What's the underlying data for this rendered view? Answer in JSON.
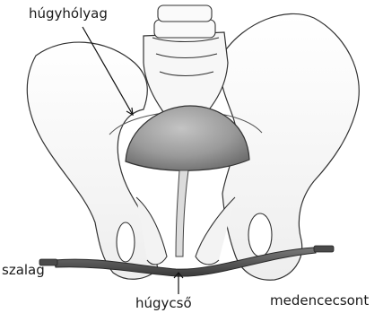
{
  "labels": {
    "bladder": "húgyhólyag",
    "sling": "szalag",
    "urethra": "húgycső",
    "pelvic_bone": "medencecsont"
  },
  "colors": {
    "bone_fill": "#f4f4f4",
    "bone_stroke": "#333333",
    "bladder_fill": "#9a9a9a",
    "sling_fill": "#5a5a5a",
    "label_text": "#1a1a1a"
  }
}
